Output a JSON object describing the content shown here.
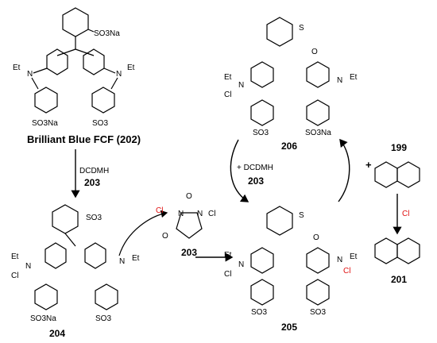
{
  "compounds": {
    "c202": {
      "label": "Brilliant Blue FCF (202)",
      "so3na_top": "SO3Na",
      "et": "Et",
      "n": "N",
      "so3na_left": "SO3Na",
      "so3_right": "SO3"
    },
    "c203_reagent": {
      "label": "203",
      "cl_left": "Cl",
      "cl_right": "Cl",
      "n1": "N",
      "n2": "N",
      "o1": "O",
      "o2": "O"
    },
    "c204": {
      "label": "204",
      "so3": "SO3",
      "et_left": "Et",
      "cl": "Cl",
      "n_left": "N",
      "et_right": "Et",
      "n_right": "N",
      "so3na": "SO3Na"
    },
    "c205": {
      "label": "205",
      "so2_s": "S",
      "o": "O",
      "et_left": "Et",
      "cl_left": "Cl",
      "n_left": "N",
      "et_right": "Et",
      "n_right": "N",
      "cl_red": "Cl",
      "so3_left": "SO3",
      "so3_right": "SO3"
    },
    "c206": {
      "label": "206",
      "so2_s": "S",
      "o": "O",
      "et_left": "Et",
      "cl_left": "Cl",
      "n_left": "N",
      "et_right": "Et",
      "n_right": "N",
      "so3": "SO3",
      "so3na": "SO3Na"
    },
    "c199": {
      "label": "199"
    },
    "c201": {
      "label": "201",
      "cl": "Cl"
    }
  },
  "reagents": {
    "step1_reagent": "DCDMH",
    "step1_number": "203",
    "cycle_reagent": "+ DCDMH",
    "cycle_number": "203",
    "plus": "+"
  }
}
